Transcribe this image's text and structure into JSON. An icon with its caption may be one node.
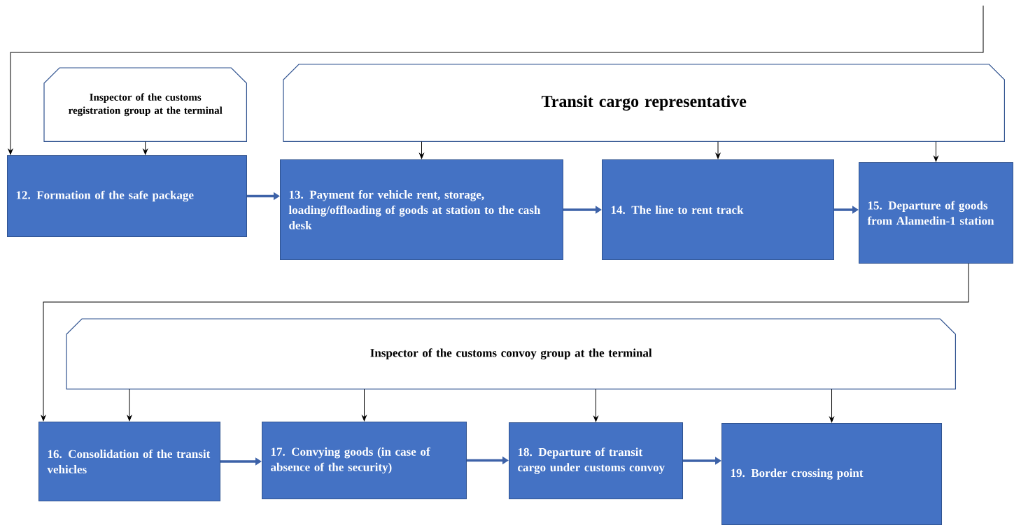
{
  "diagram": {
    "nodes": [
      {
        "text": [
          "Inspector of the customs registration group at the terminal"
        ]
      },
      {
        "text": [
          "Transit cargo representative"
        ]
      },
      {
        "text": [
          "12. Formation of the safe package"
        ]
      },
      {
        "text": [
          "13. Payment for vehicle rent, storage, loading/offloading of goods at station to the cash desk"
        ]
      },
      {
        "text": [
          "14. The line to rent track"
        ]
      },
      {
        "text": [
          "15. Departure of goods from Alamedin-1 station"
        ]
      },
      {
        "text": [
          "Inspector of the customs convoy group at the terminal"
        ]
      },
      {
        "text": [
          "16. Consolidation of the transit vehicles"
        ]
      },
      {
        "text": [
          "17. Convying goods (in case of absence of the security)"
        ]
      },
      {
        "text": [
          "18. Departure of transit cargo under customs convoy"
        ]
      },
      {
        "text": [
          "19. Border crossing point"
        ]
      }
    ],
    "edges": [
      {
        "from": null,
        "to": 2,
        "arrow": "to"
      },
      {
        "from": 0,
        "to": 2,
        "arrow": "to"
      },
      {
        "from": 1,
        "to": 3,
        "arrow": "to"
      },
      {
        "from": 1,
        "to": 4,
        "arrow": "to"
      },
      {
        "from": 1,
        "to": 5,
        "arrow": "to"
      },
      {
        "from": 2,
        "to": 3,
        "arrow": "to",
        "style": "thick",
        "color": "#3d62a8"
      },
      {
        "from": 3,
        "to": 4,
        "arrow": "to",
        "style": "thick",
        "color": "#3d62a8"
      },
      {
        "from": 4,
        "to": 5,
        "arrow": "to",
        "style": "thick",
        "color": "#3d62a8"
      },
      {
        "from": 5,
        "to": 7,
        "arrow": "to"
      },
      {
        "from": 6,
        "to": 7,
        "arrow": "to"
      },
      {
        "from": 6,
        "to": 8,
        "arrow": "to"
      },
      {
        "from": 6,
        "to": 9,
        "arrow": "to"
      },
      {
        "from": 6,
        "to": 10,
        "arrow": "to"
      },
      {
        "from": 7,
        "to": 8,
        "arrow": "to",
        "style": "thick",
        "color": "#3d62a8"
      },
      {
        "from": 8,
        "to": 9,
        "arrow": "to",
        "style": "thick",
        "color": "#3d62a8"
      },
      {
        "from": 9,
        "to": 10,
        "arrow": "to",
        "style": "thick",
        "color": "#3d62a8"
      }
    ]
  }
}
